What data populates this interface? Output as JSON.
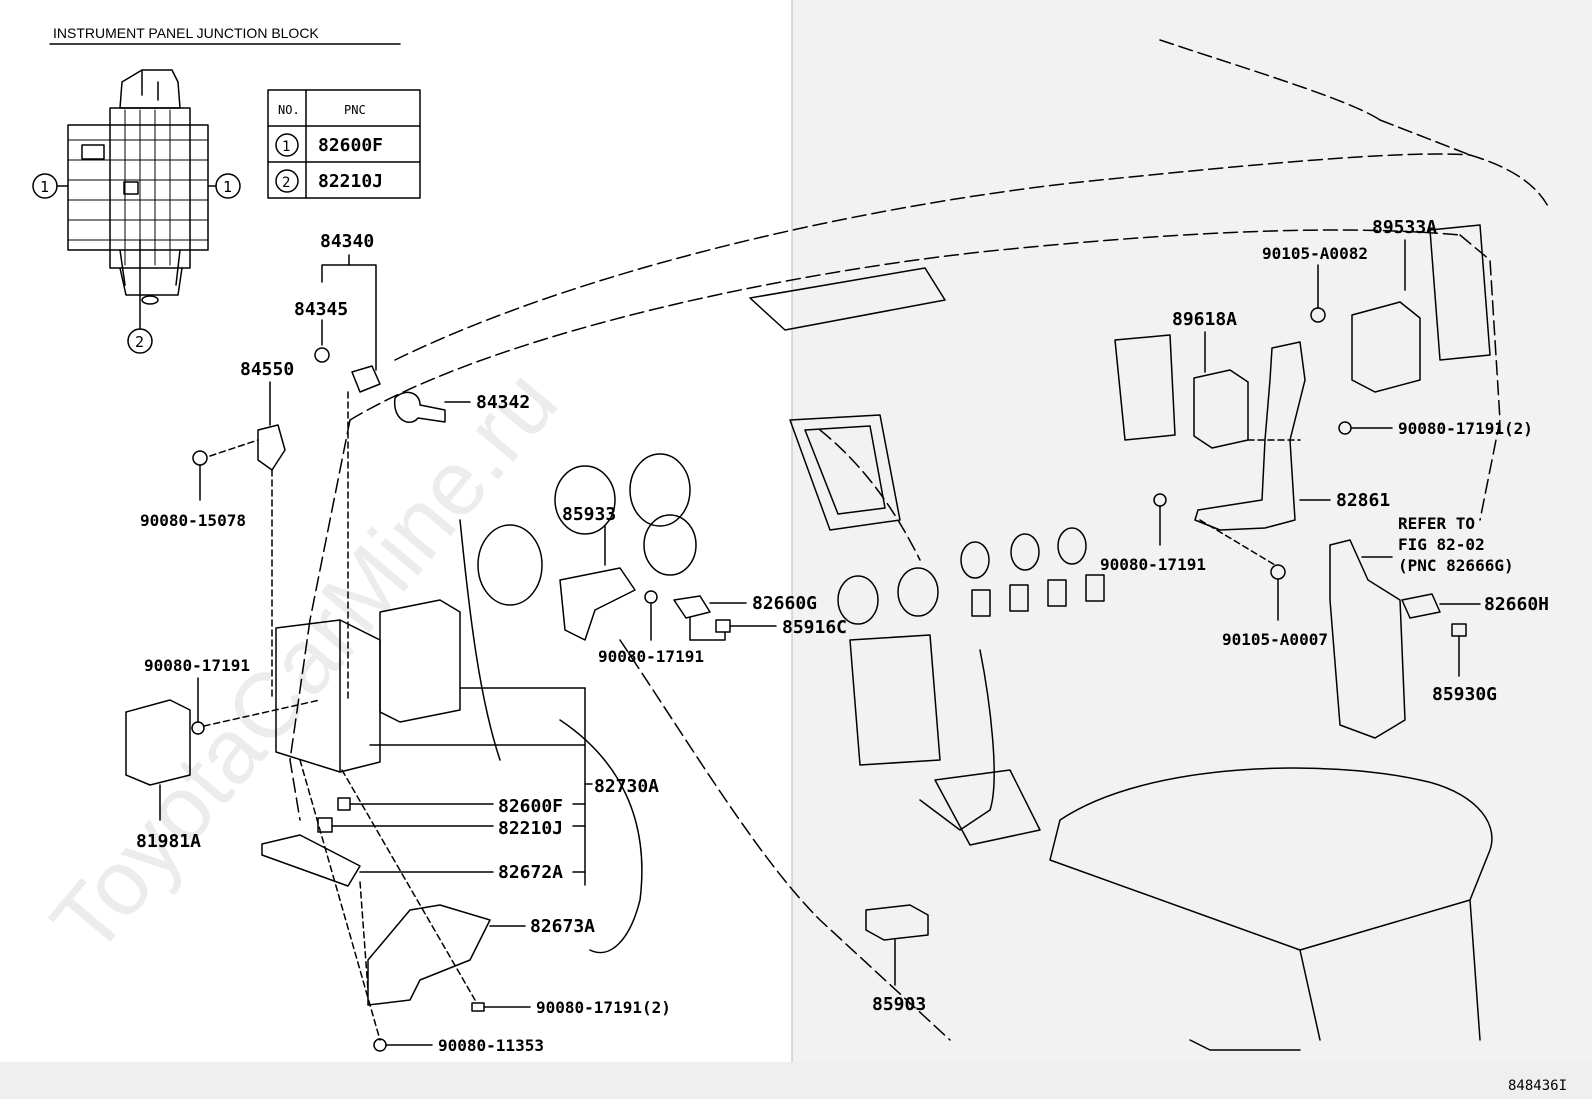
{
  "title": "INSTRUMENT PANEL JUNCTION BLOCK",
  "figure_id": "848436I",
  "watermark": "ToyotaCarMine.ru",
  "pnc_table": {
    "headers": [
      "NO.",
      "PNC"
    ],
    "rows": [
      {
        "no": "1",
        "pnc": "82600F"
      },
      {
        "no": "2",
        "pnc": "82210J"
      }
    ]
  },
  "callouts": {
    "c1a": "1",
    "c1b": "1",
    "c2": "2"
  },
  "reference_note": [
    "REFER TO",
    "FIG 82-02",
    "(PNC 82666G)"
  ],
  "parts": {
    "p84340": "84340",
    "p84345": "84345",
    "p84550": "84550",
    "p84342": "84342",
    "p90080_15078": "90080-15078",
    "p85933": "85933",
    "p82660G": "82660G",
    "p85916C": "85916C",
    "p90080_17191_a": "90080-17191",
    "p90080_17191_b": "90080-17191",
    "p90080_17191_c": "90080-17191",
    "p81981A": "81981A",
    "p82730A": "82730A",
    "p82600F": "82600F",
    "p82210J": "82210J",
    "p82672A": "82672A",
    "p82673A": "82673A",
    "p90080_17191_2a": "90080-17191(2)",
    "p90080_11353": "90080-11353",
    "p85903": "85903",
    "p89533A": "89533A",
    "p90105_A0082": "90105-A0082",
    "p89618A": "89618A",
    "p90080_17191_2b": "90080-17191(2)",
    "p82861": "82861",
    "p90105_A0007": "90105-A0007",
    "p82660H": "82660H",
    "p85930G": "85930G"
  }
}
